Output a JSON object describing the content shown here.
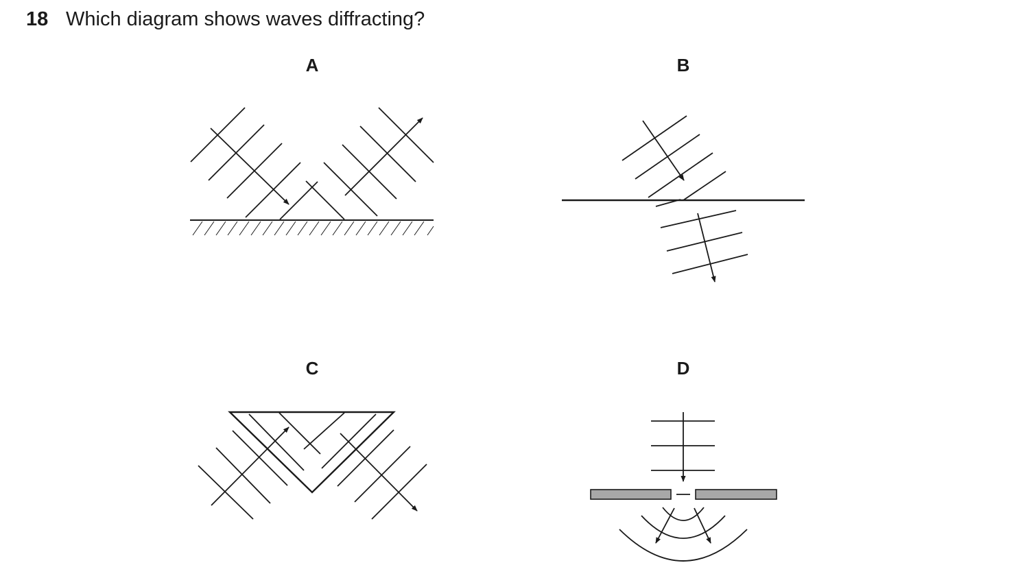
{
  "question": {
    "number": "18",
    "text": "Which diagram shows waves diffracting?"
  },
  "options": [
    {
      "letter": "A"
    },
    {
      "letter": "B"
    },
    {
      "letter": "C"
    },
    {
      "letter": "D"
    }
  ]
}
